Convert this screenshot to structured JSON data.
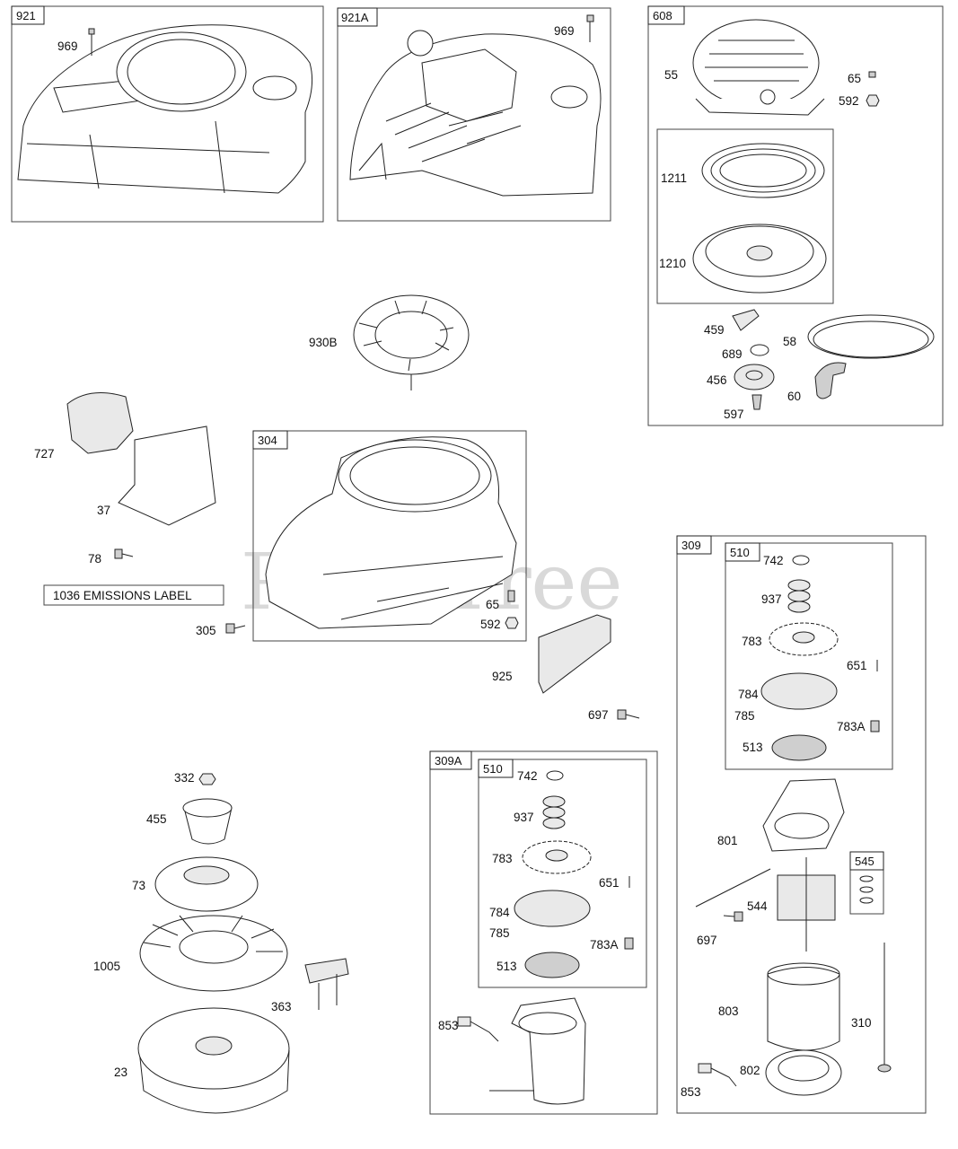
{
  "watermark": "PartsTree",
  "groups": {
    "g921": "921",
    "g921A": "921A",
    "g608": "608",
    "g304": "304",
    "g309": "309",
    "g510a": "510",
    "g309A": "309A",
    "g510b": "510",
    "g545": "545"
  },
  "emissions_label": "1036 EMISSIONS LABEL",
  "parts": {
    "p969a": "969",
    "p969b": "969",
    "p55": "55",
    "p65a": "65",
    "p592a": "592",
    "p1211": "1211",
    "p1210": "1210",
    "p459": "459",
    "p58": "58",
    "p689": "689",
    "p456": "456",
    "p60": "60",
    "p597": "597",
    "p930B": "930B",
    "p727": "727",
    "p37": "37",
    "p78": "78",
    "p65b": "65",
    "p592b": "592",
    "p305": "305",
    "p925": "925",
    "p697a": "697",
    "p742a": "742",
    "p937a": "937",
    "p783a": "783",
    "p651a": "651",
    "p784a": "784",
    "p785a": "785",
    "p783Aa": "783A",
    "p513a": "513",
    "p801": "801",
    "p544": "544",
    "p697b": "697",
    "p803": "803",
    "p310": "310",
    "p802": "802",
    "p853a": "853",
    "p742b": "742",
    "p937b": "937",
    "p783b": "783",
    "p651b": "651",
    "p784b": "784",
    "p785b": "785",
    "p783Ab": "783A",
    "p513b": "513",
    "p853b": "853",
    "p332": "332",
    "p455": "455",
    "p73": "73",
    "p1005": "1005",
    "p363": "363",
    "p23": "23"
  }
}
